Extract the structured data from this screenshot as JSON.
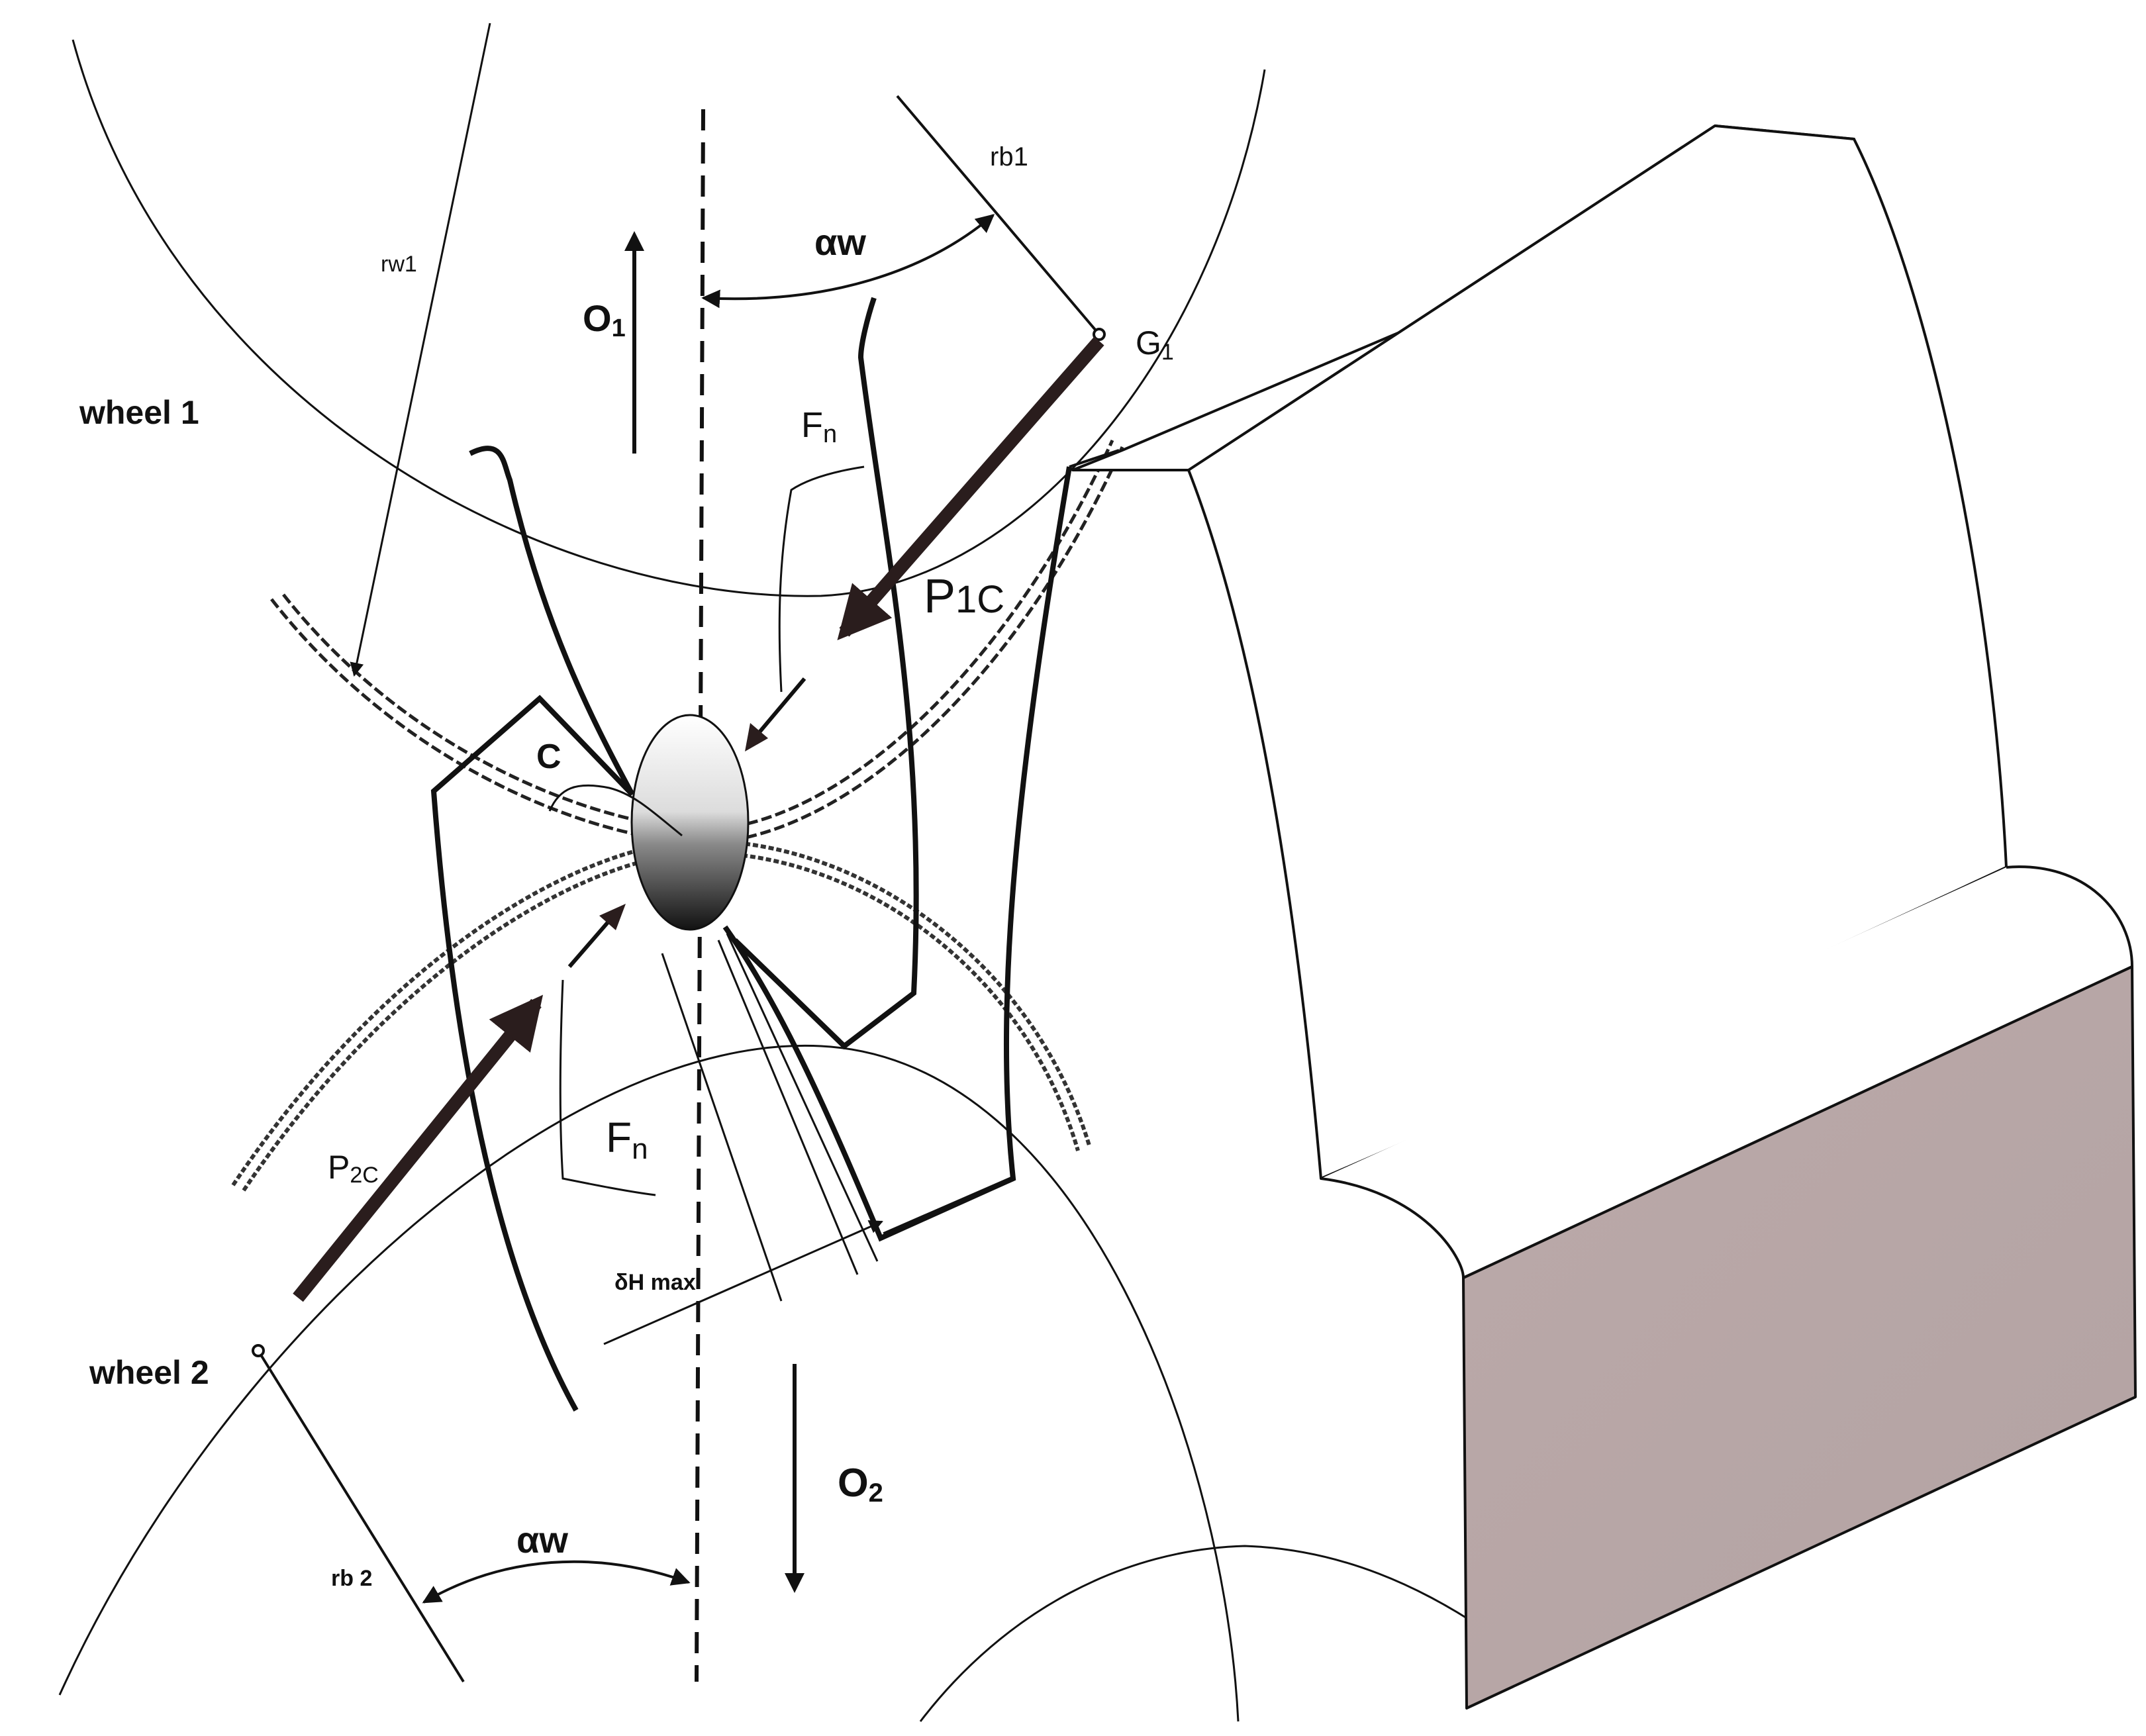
{
  "labels": {
    "wheel1": "wheel 1",
    "wheel2": "wheel 2",
    "O1_main": "O",
    "O1_sub": "1",
    "O2_main": "O",
    "O2_sub": "2",
    "rw1": "rw1",
    "rb1": "rb1",
    "rb2": "rb 2",
    "alpha_w_top": "αw",
    "alpha_w_bottom": "αw",
    "G1_main": "G",
    "G1_sub": "1",
    "Fn_top_main": "F",
    "Fn_top_sub": "n",
    "Fn_bottom_main": "F",
    "Fn_bottom_sub": "n",
    "P1C_main": "P",
    "P1C_sub": "1C",
    "P2C_main": "P",
    "P2C_sub": "2C",
    "C": "C",
    "delta_H_max": "δH max"
  },
  "colors": {
    "ink": "#111111",
    "block_face": "#b8a8a8",
    "contact_light": "#f4f4f4",
    "contact_dark": "#1a1a1a",
    "force_arrow": "#2a1d1d"
  }
}
